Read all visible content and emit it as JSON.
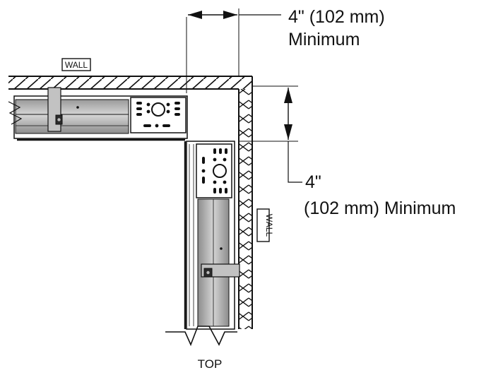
{
  "labels": {
    "wall_top": "WALL",
    "wall_right": "WALL",
    "dim_top_value": "4\" (102 mm)",
    "dim_top_qualifier": "Minimum",
    "dim_side_value": "4\"",
    "dim_side_qualifier": "(102 mm) Minimum",
    "view": "TOP"
  }
}
